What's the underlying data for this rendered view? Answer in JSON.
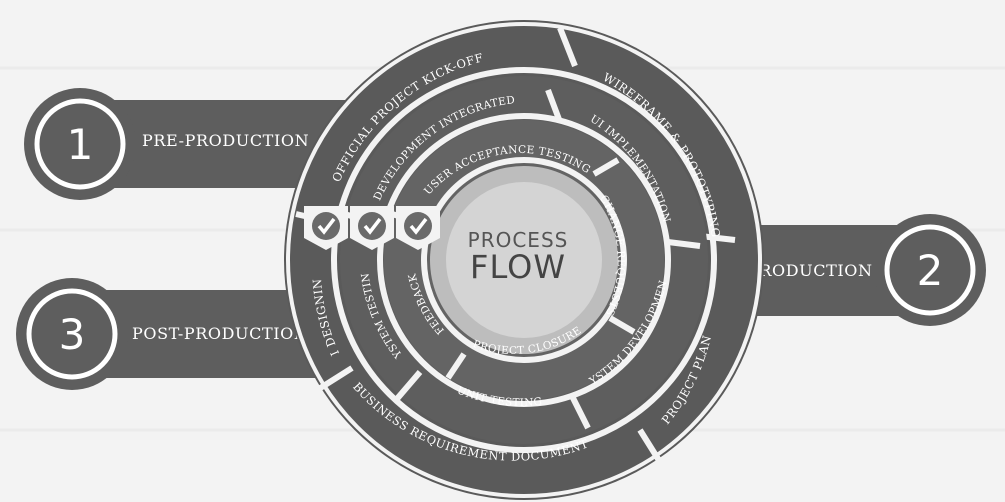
{
  "phases": [
    {
      "number": "1",
      "label": "PRE-PRODUCTION"
    },
    {
      "number": "2",
      "label": "PRODUCTION"
    },
    {
      "number": "3",
      "label": "POST-PRODUCTION"
    }
  ],
  "center": {
    "line1": "PROCESS",
    "line2": "FLOW"
  },
  "outer_ring": {
    "top_left": "OFFICIAL PROJECT KICK-OFF",
    "top_right": "WIREFRAME & PROTOTYPING",
    "right": "PROJECT PLAN",
    "bottom": "BUSINESS REQUIREMENT DOCUMENT",
    "left": "UI DESIGNING"
  },
  "middle_ring": {
    "top_left": "DEVELOPMENT INTEGRATED",
    "top_right": "UI IMPLEMENTATION",
    "right": "SYSTEM DEVELOPMENT",
    "bottom": "UNIT TESTING",
    "left": "SYSTEM TESTING"
  },
  "inner_ring": {
    "top": "USER ACCEPTANCE TESTING",
    "right": "CHANGE REQUESTS",
    "bottom": "PROJECT CLOSURE",
    "left": "FEEDBACK"
  },
  "colors": {
    "background": "#f3f3f3",
    "ribbon": "#5e5e5e",
    "ring": "#666666",
    "center_outer": "#bdbdbd",
    "center_inner": "#d4d4d4",
    "check": "#6a6a6a"
  }
}
